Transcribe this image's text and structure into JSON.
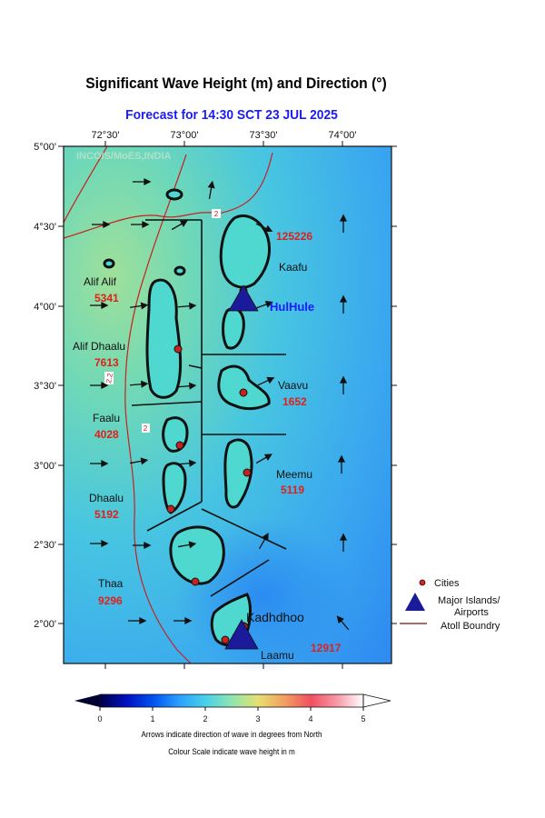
{
  "title": "Significant Wave Height (m) and Direction (°)",
  "subtitle": "Forecast for  14:30 SCT 23 JUL 2025",
  "watermark": "INCOIS/MoES,INDIA",
  "lon_ticks": [
    "72°30'",
    "73°00'",
    "73°30'",
    "74°00'"
  ],
  "lat_ticks": [
    "5°00'",
    "4°30'",
    "4°00'",
    "3°30'",
    "3°00'",
    "2°30'",
    "2°00'"
  ],
  "contour_labels": [
    "2",
    "2.2",
    "2"
  ],
  "atolls": [
    {
      "name": "Kaafu",
      "population": "125226"
    },
    {
      "name": "Alif Alif",
      "population": "5341"
    },
    {
      "name": "Alif Dhaalu",
      "population": "7613"
    },
    {
      "name": "Vaavu",
      "population": "1652"
    },
    {
      "name": "Faalu",
      "population": "4028"
    },
    {
      "name": "Meemu",
      "population": "5119"
    },
    {
      "name": "Dhaalu",
      "population": "5192"
    },
    {
      "name": "Thaa",
      "population": "9296"
    },
    {
      "name": "Laamu",
      "population": "12917"
    }
  ],
  "airports": [
    {
      "name": "HulHule",
      "color": "#1a1aff"
    },
    {
      "name": "Kadhdhoo",
      "color": "#000000"
    }
  ],
  "legend": {
    "cities": "Cities",
    "major_islands_line1": "Major Islands/",
    "major_islands_line2": "Airports",
    "atoll_boundary": "Atoll Boundry"
  },
  "colorbar": {
    "ticks": [
      "0",
      "1",
      "2",
      "3",
      "4",
      "5"
    ],
    "min": 0,
    "max": 5,
    "unit": "m",
    "note1": "Arrows indicate direction of wave in degrees from North",
    "note2": "Colour Scale indicate wave height in m"
  },
  "colors": {
    "title": "#000000",
    "subtitle": "#1a1aff",
    "population": "#e0201a",
    "contour": "#c82020",
    "airport": "#1a1a9a",
    "city": "#e0201a"
  }
}
